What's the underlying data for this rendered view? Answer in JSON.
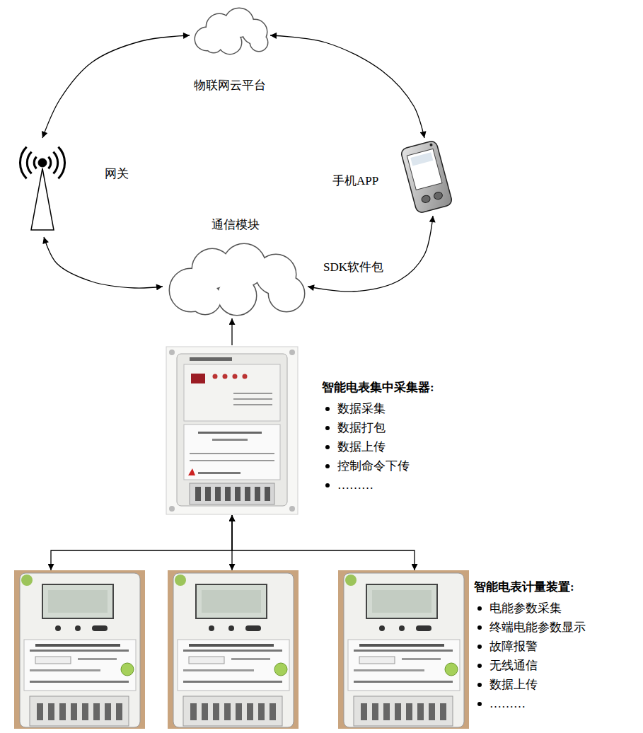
{
  "diagram": {
    "nodes": [
      {
        "text": [
          "物联网云平台"
        ]
      },
      {
        "text": [
          "网关"
        ]
      },
      {
        "text": [
          "手机APP"
        ]
      },
      {
        "text": [
          "通信模块"
        ]
      },
      {
        "text": [
          "智能电表集中采集器:",
          "数据采集",
          "数据打包",
          "数据上传",
          "控制命令下传",
          "………"
        ]
      },
      {
        "text": []
      },
      {
        "text": []
      },
      {
        "text": [
          "智能电表计量装置:",
          "电能参数采集",
          "终端电能参数显示",
          "故障报警",
          "无线通信",
          "数据上传",
          "………"
        ]
      }
    ],
    "edges": [
      {
        "from": 0,
        "to": 1,
        "arrow": "both"
      },
      {
        "from": 0,
        "to": 2,
        "arrow": "both"
      },
      {
        "from": 1,
        "to": 3,
        "arrow": "both"
      },
      {
        "from": 3,
        "to": 2,
        "label": "SDK软件包",
        "arrow": "both"
      },
      {
        "from": 4,
        "to": 3,
        "arrow": "to"
      },
      {
        "from": 4,
        "to": 5,
        "arrow": "both"
      },
      {
        "from": 4,
        "to": 6,
        "arrow": "both"
      },
      {
        "from": 4,
        "to": 7,
        "arrow": "both"
      }
    ]
  }
}
